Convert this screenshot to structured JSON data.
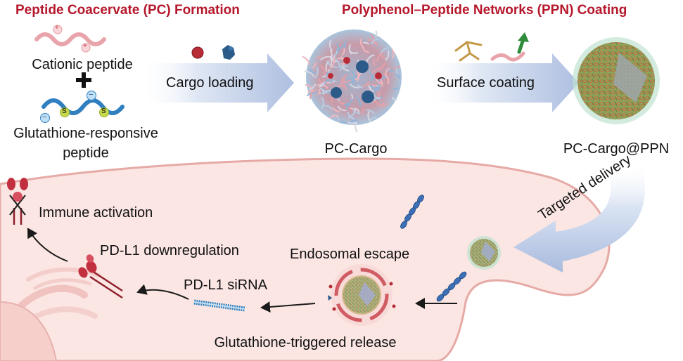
{
  "headers": {
    "left": "Peptide Coacervate (PC) Formation",
    "right": "Polyphenol–Peptide Networks (PPN) Coating"
  },
  "labels": {
    "cationic": "Cationic peptide",
    "plus": "+",
    "gsh_line1": "Glutathione-responsive",
    "gsh_line2": "peptide",
    "cargo_loading": "Cargo loading",
    "pc_cargo": "PC-Cargo",
    "surface_coating": "Surface coating",
    "pc_cargo_ppn": "PC-Cargo@PPN",
    "targeted_delivery": "Targeted delivery",
    "endosomal_escape": "Endosomal escape",
    "gsh_release": "Glutathione-triggered release",
    "pdl1_sirna": "PD-L1 siRNA",
    "pdl1_down": "PD-L1 downregulation",
    "immune": "Immune activation"
  },
  "charge": {
    "pos": "+",
    "neg": "−",
    "s": "S"
  },
  "colors": {
    "header": "#b5172b",
    "arrow": "#c6d3e8",
    "cell": "#f9e3e0",
    "membrane": "#e8a9a5",
    "peptide_pink": "#e7a0a8",
    "peptide_blue": "#3b86c8",
    "ppn_green": "#7fb56b"
  }
}
